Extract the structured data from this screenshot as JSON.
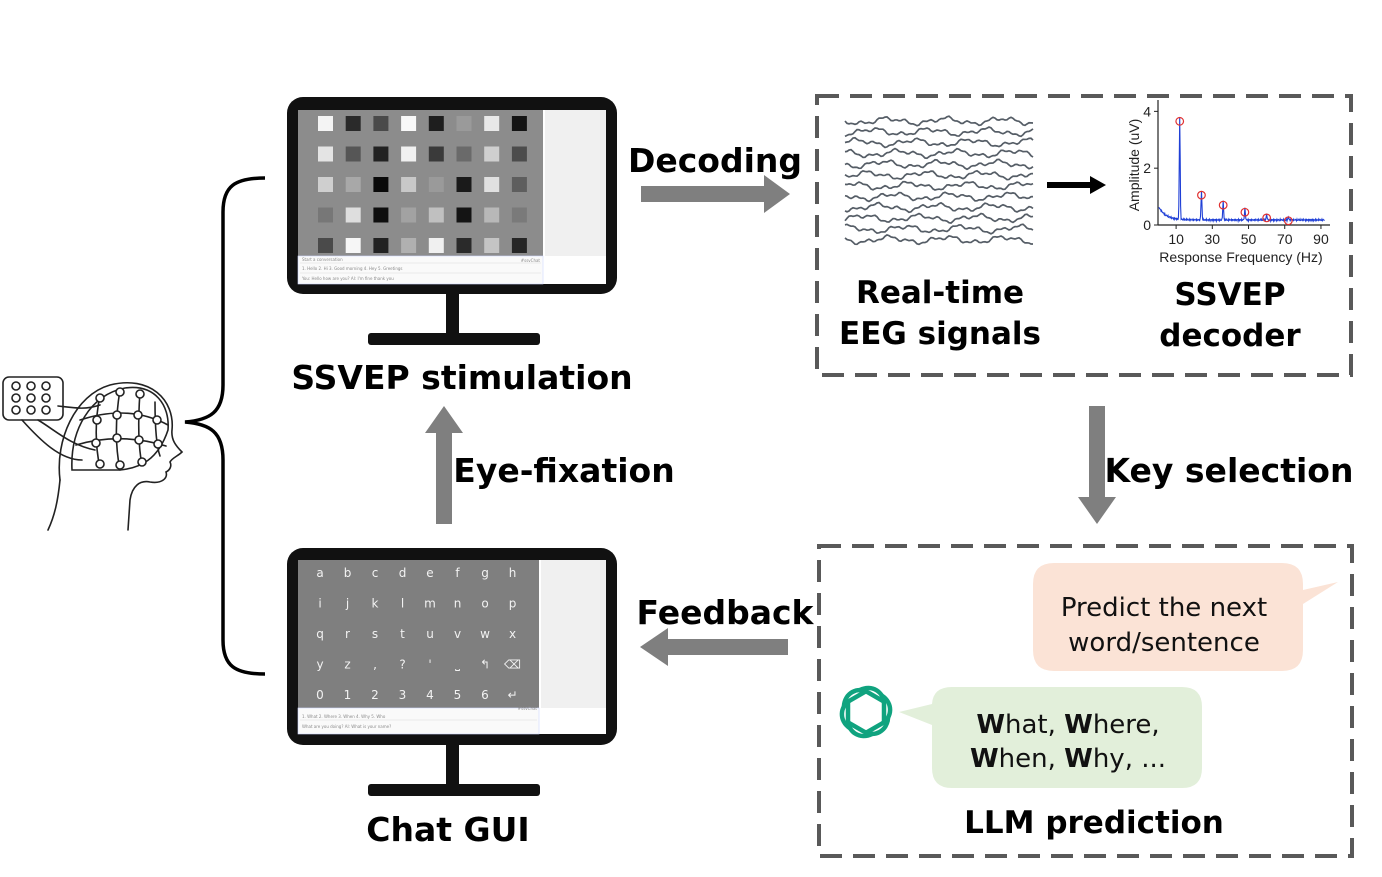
{
  "labels": {
    "ssvep_stimulation": "SSVEP stimulation",
    "chat_gui": "Chat GUI",
    "decoding": "Decoding",
    "feedback": "Feedback",
    "eye_fixation": "Eye-fixation",
    "key_selection": "Key selection",
    "eeg_line1": "Real-time",
    "eeg_line2": "EEG signals",
    "decoder_line1": "SSVEP",
    "decoder_line2": "decoder",
    "llm_prediction": "LLM prediction"
  },
  "bubbles": {
    "user_line1": "Predict the next",
    "user_line2": "word/sentence",
    "llm_line1_bold1": "W",
    "llm_line1_rest1": "hat, ",
    "llm_line1_bold2": "W",
    "llm_line1_rest2": "here,",
    "llm_line2_bold1": "W",
    "llm_line2_rest1": "hen, ",
    "llm_line2_bold2": "W",
    "llm_line2_rest2": "hy, ..."
  },
  "keyboard": {
    "rows": [
      [
        "a",
        "b",
        "c",
        "d",
        "e",
        "f",
        "g",
        "h"
      ],
      [
        "i",
        "j",
        "k",
        "l",
        "m",
        "n",
        "o",
        "p"
      ],
      [
        "q",
        "r",
        "s",
        "t",
        "u",
        "v",
        "w",
        "x"
      ],
      [
        "y",
        "z",
        ",",
        "?",
        "'",
        "⎵",
        "↰",
        "⌫"
      ],
      [
        "0",
        "1",
        "2",
        "3",
        "4",
        "5",
        "6",
        "↵"
      ]
    ],
    "watermark": "#ssvChat"
  },
  "chart_data": {
    "type": "line",
    "xlabel": "Response Frequency (Hz)",
    "ylabel": "Amplitude (uV)",
    "xticks": [
      10,
      30,
      50,
      70,
      90
    ],
    "yticks": [
      0,
      2,
      4
    ],
    "xlim": [
      0,
      95
    ],
    "ylim": [
      0,
      4.4
    ],
    "peaks": [
      {
        "x": 12,
        "y": 3.6
      },
      {
        "x": 24,
        "y": 1.0
      },
      {
        "x": 36,
        "y": 0.65
      },
      {
        "x": 48,
        "y": 0.4
      },
      {
        "x": 60,
        "y": 0.2
      },
      {
        "x": 72,
        "y": 0.1
      }
    ],
    "colors": {
      "line": "#1f3fd6",
      "marker": "#e03030"
    }
  },
  "colors": {
    "arrow": "#7f7f7f",
    "dashed_border": "#595959",
    "user_bubble": "#fbe3d6",
    "llm_bubble": "#e2efda",
    "llm_logo": "#10a37f"
  }
}
